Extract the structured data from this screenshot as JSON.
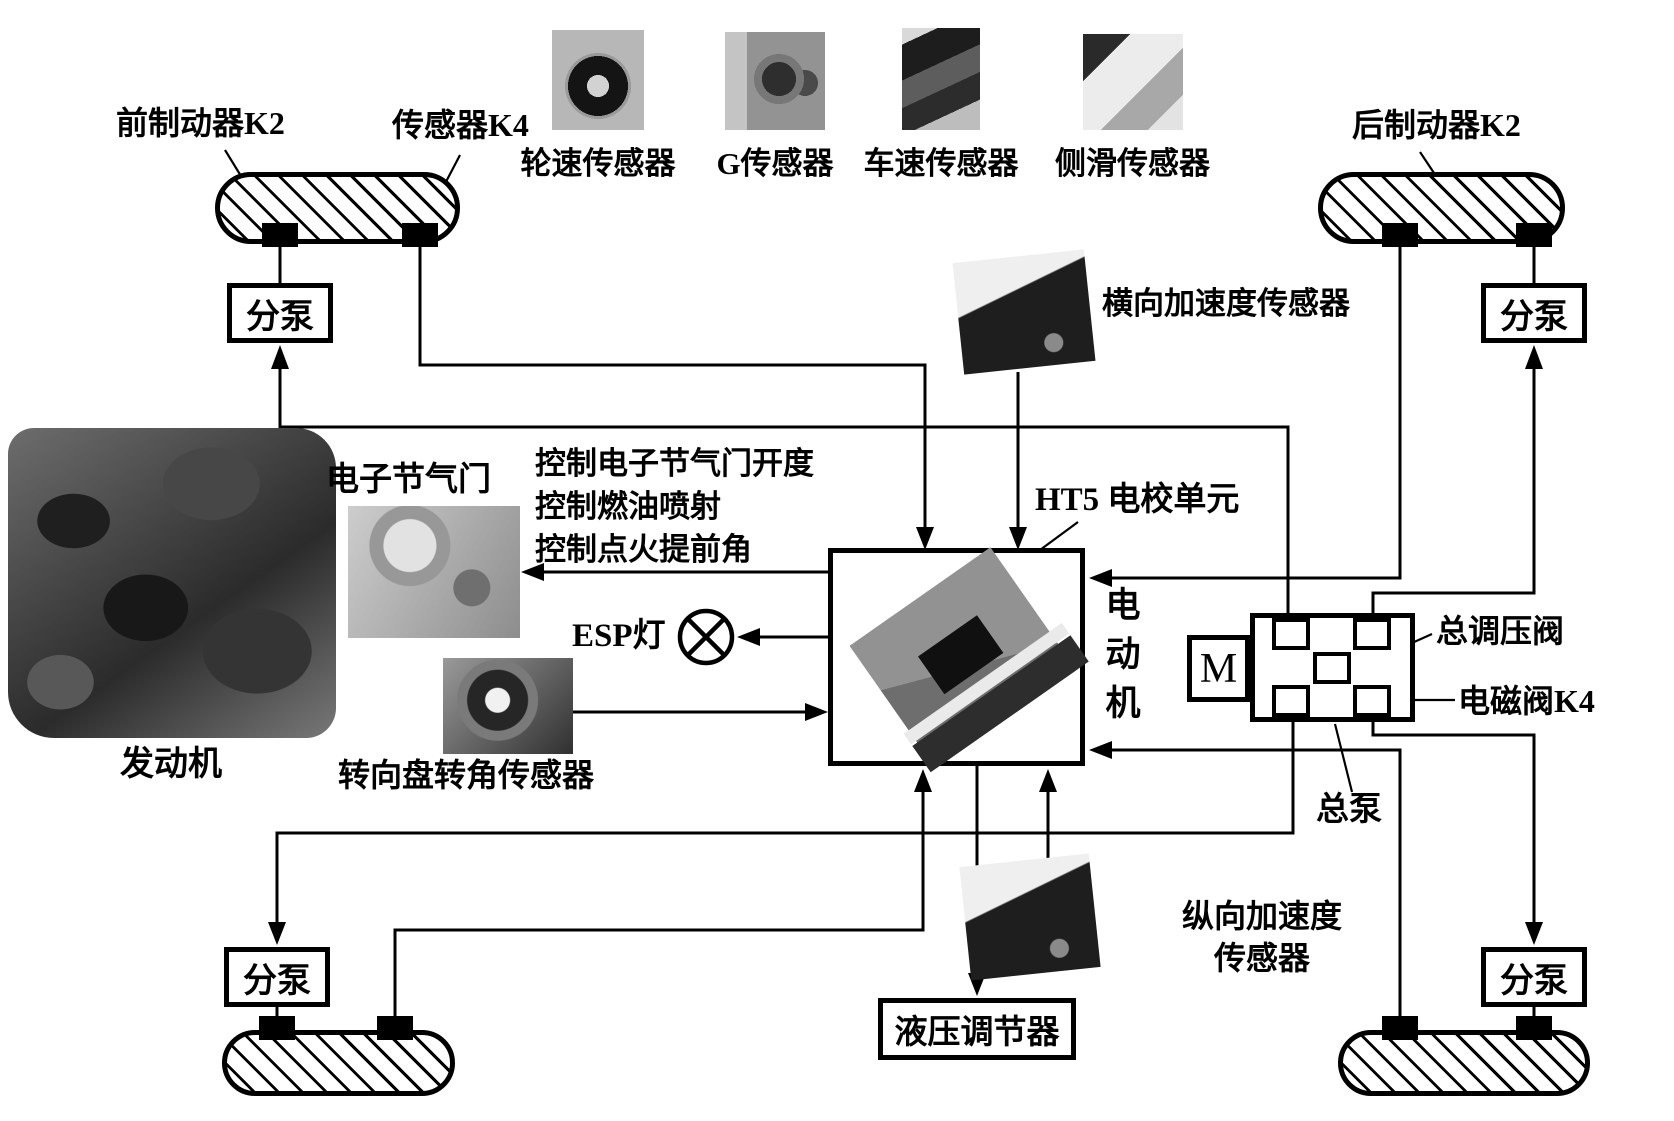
{
  "labels": {
    "front_brake_k2": "前制动器K2",
    "sensor_k4": "传感器K4",
    "rear_brake_k2": "后制动器K2",
    "lateral_accel_sensor": "横向加速度传感器",
    "electronic_throttle": "电子节气门",
    "control_line1": "控制电子节气门开度",
    "control_line2": "控制燃油喷射",
    "control_line3": "控制点火提前角",
    "ecu_unit": "HT5 电校单元",
    "esp_lamp": "ESP灯",
    "steering_angle_sensor": "转向盘转角传感器",
    "engine": "发动机",
    "motor_m": "M",
    "electric_motor": "电动机",
    "main_pressure_valve": "总调压阀",
    "solenoid_valve_k4": "电磁阀K4",
    "master_pump": "总泵",
    "wheel_cylinder": "分泵",
    "hydraulic_regulator": "液压调节器",
    "longitudinal_accel_line1": "纵向加速度",
    "longitudinal_accel_line2": "传感器"
  },
  "legend_sensors": [
    {
      "label": "轮速传感器"
    },
    {
      "label": "G传感器"
    },
    {
      "label": "车速传感器"
    },
    {
      "label": "侧滑传感器"
    }
  ],
  "colors": {
    "line": "#000000",
    "background": "#ffffff"
  }
}
